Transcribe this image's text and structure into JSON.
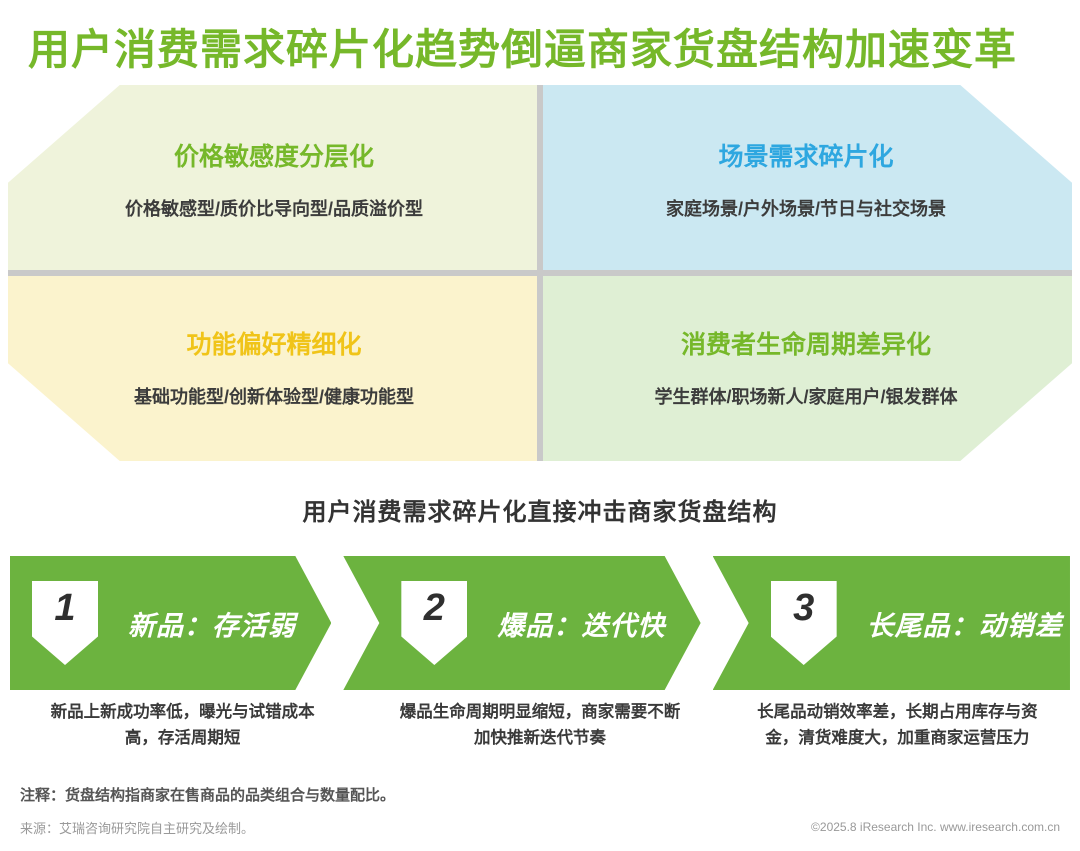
{
  "title": "用户消费需求碎片化趋势倒逼商家货盘结构加速变革",
  "colors": {
    "title_green": "#76B82A",
    "quad_green_bg": "#EFF3DB",
    "quad_blue_bg": "#CBE8F2",
    "quad_yellow_bg": "#FBF3CD",
    "quad_lightgreen_bg": "#DFEFD4",
    "divider_gray": "#C9C9C9",
    "accent_blue": "#2EA7E0",
    "accent_yellow": "#F0C419",
    "band_green": "#6CB33F"
  },
  "quadrants": {
    "top_left": {
      "title": "价格敏感度分层化",
      "subtitle": "价格敏感型/质价比导向型/品质溢价型"
    },
    "top_right": {
      "title": "场景需求碎片化",
      "subtitle": "家庭场景/户外场景/节日与社交场景"
    },
    "bottom_left": {
      "title": "功能偏好精细化",
      "subtitle": "基础功能型/创新体验型/健康功能型"
    },
    "bottom_right": {
      "title": "消费者生命周期差异化",
      "subtitle": "学生群体/职场新人/家庭用户/银发群体"
    }
  },
  "middle_heading": "用户消费需求碎片化直接冲击商家货盘结构",
  "impact_band": {
    "items": [
      {
        "number": "1",
        "label": "新品：存活弱",
        "description": "新品上新成功率低，曝光与试错成本高，存活周期短"
      },
      {
        "number": "2",
        "label": "爆品：迭代快",
        "description": "爆品生命周期明显缩短，商家需要不断加快推新迭代节奏"
      },
      {
        "number": "3",
        "label": "长尾品：动销差",
        "description": "长尾品动销效率差，长期占用库存与资金，清货难度大，加重商家运营压力"
      }
    ]
  },
  "footer": {
    "note": "注释：货盘结构指商家在售商品的品类组合与数量配比。",
    "source": "来源：艾瑞咨询研究院自主研究及绘制。",
    "right": "©2025.8 iResearch Inc. www.iresearch.com.cn"
  }
}
